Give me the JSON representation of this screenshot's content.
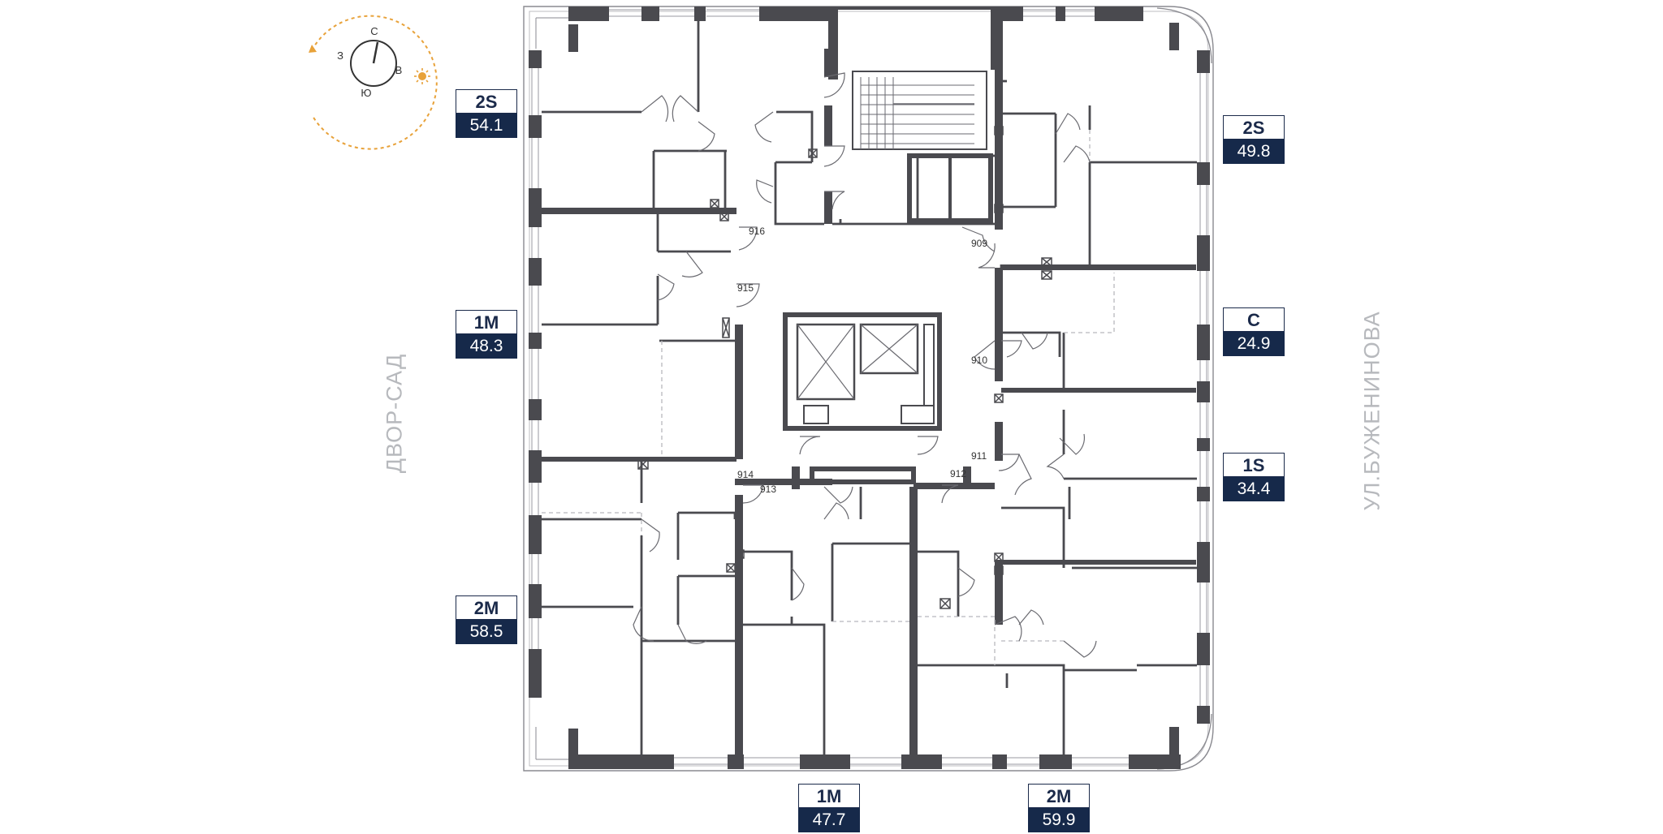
{
  "compass": {
    "north": "С",
    "west": "З",
    "east": "В",
    "south": "Ю",
    "accent_color": "#e8a23a"
  },
  "street_labels": {
    "left": "ДВОР-САД",
    "right": "УЛ.БУЖЕНИНОВА"
  },
  "apartments": [
    {
      "id": "apt-left-top",
      "type": "2S",
      "area": "54.1"
    },
    {
      "id": "apt-left-mid",
      "type": "1M",
      "area": "48.3"
    },
    {
      "id": "apt-left-bottom",
      "type": "2M",
      "area": "58.5"
    },
    {
      "id": "apt-right-top",
      "type": "2S",
      "area": "49.8"
    },
    {
      "id": "apt-right-c",
      "type": "C",
      "area": "24.9"
    },
    {
      "id": "apt-right-1s",
      "type": "1S",
      "area": "34.4"
    },
    {
      "id": "apt-bottom-1m",
      "type": "1M",
      "area": "47.7"
    },
    {
      "id": "apt-bottom-2m",
      "type": "2M",
      "area": "59.9"
    }
  ],
  "room_numbers": [
    "916",
    "915",
    "914",
    "913",
    "912",
    "911",
    "910",
    "909"
  ],
  "colors": {
    "wall": "#4a4a4f",
    "thin_line": "#6a6a70",
    "badge_dark": "#16294a",
    "badge_text": "#1b2a4a",
    "side_text": "#b7b9bd"
  }
}
